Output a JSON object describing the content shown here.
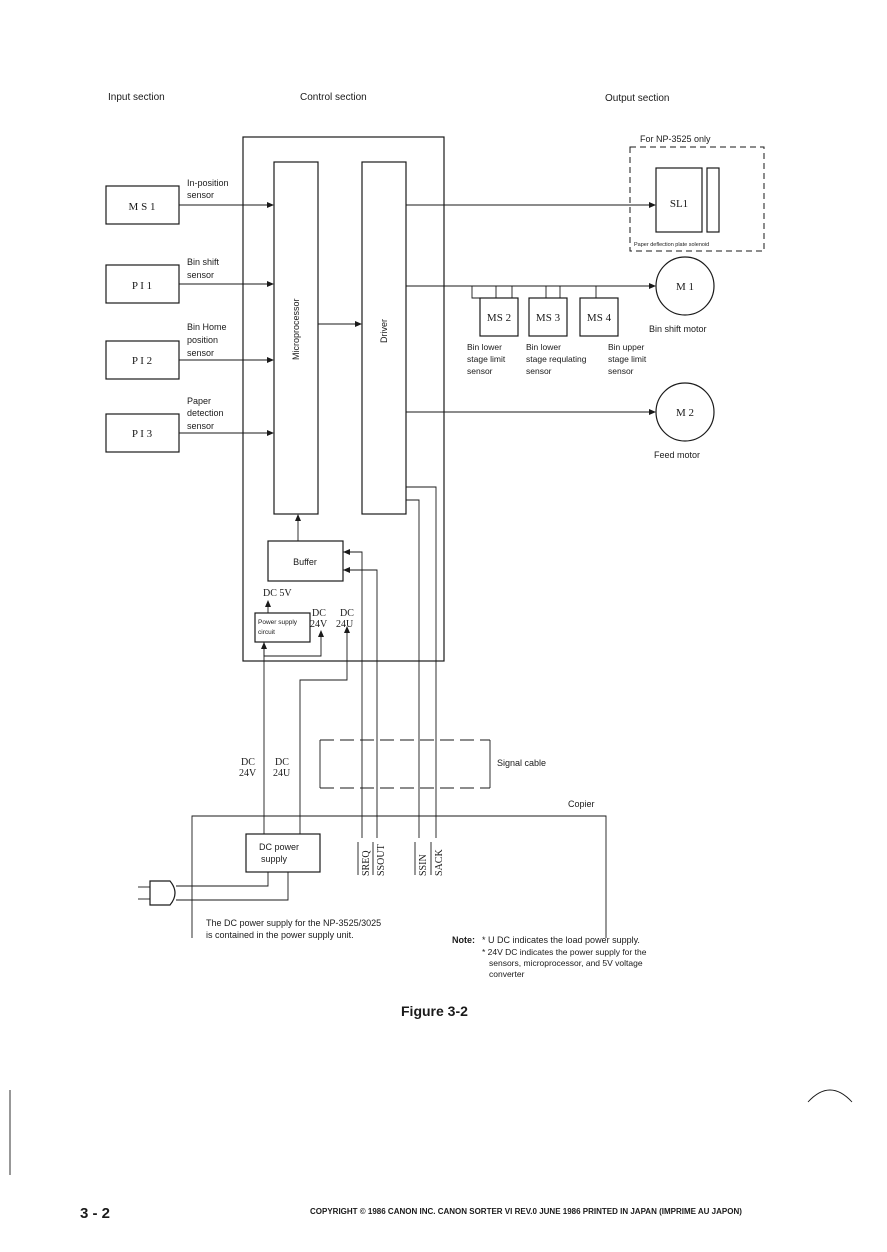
{
  "sections": {
    "input": "Input section",
    "control": "Control section",
    "output": "Output section"
  },
  "inputs": [
    {
      "box": "M S 1",
      "label": [
        "In-position",
        "sensor"
      ]
    },
    {
      "box": "P I 1",
      "label": [
        "Bin shift",
        "sensor"
      ]
    },
    {
      "box": "P I 2",
      "label": [
        "Bin Home",
        "position",
        "sensor"
      ]
    },
    {
      "box": "P I 3",
      "label": [
        "Paper",
        "detection",
        "sensor"
      ]
    }
  ],
  "control": {
    "microprocessor": "Microprocessor",
    "driver": "Driver",
    "buffer": "Buffer",
    "dc5v": "DC 5V",
    "psu_line1": "Power supply",
    "psu_line2": "circuit",
    "dc24v_top": "DC",
    "dc24v_bot": "24V",
    "dc24u_top": "DC",
    "dc24u_bot": "24U"
  },
  "output": {
    "np3525_only": "For NP-3525 only",
    "sl1": "SL1",
    "sl1_caption": "Paper deflection plate solenoid",
    "m1": "M 1",
    "m1_caption": "Bin shift motor",
    "m2": "M 2",
    "m2_caption": "Feed motor",
    "switches": [
      {
        "box": "MS 2",
        "label": [
          "Bin lower",
          "stage limit",
          "sensor"
        ]
      },
      {
        "box": "MS 3",
        "label": [
          "Bin lower",
          "stage requlating",
          "sensor"
        ]
      },
      {
        "box": "MS 4",
        "label": [
          "Bin upper",
          "stage limit",
          "sensor"
        ]
      }
    ]
  },
  "lower": {
    "dc24v_top": "DC",
    "dc24v_bot": "24V",
    "dc24u_top": "DC",
    "dc24u_bot": "24U",
    "signal_cable": "Signal cable",
    "copier": "Copier",
    "dc_power_line1": "DC power",
    "dc_power_line2": "supply",
    "signals": [
      "SREQ",
      "SSOUT",
      "SSIN",
      "SACK"
    ],
    "copier_note_line1": "The DC power supply for the NP-3525/3025",
    "copier_note_line2": "is contained in the power supply unit."
  },
  "note": {
    "label": "Note:",
    "line1": "* U DC indicates the load power supply.",
    "line2": "* 24V DC indicates the power supply for the",
    "line3": "sensors, microprocessor, and 5V voltage",
    "line4": "converter"
  },
  "figure_caption": "Figure 3-2",
  "footer": {
    "page_number": "3 - 2",
    "copyright": "COPYRIGHT © 1986 CANON INC.   CANON SORTER VI REV.0 JUNE 1986 PRINTED IN JAPAN (IMPRIME AU JAPON)"
  }
}
